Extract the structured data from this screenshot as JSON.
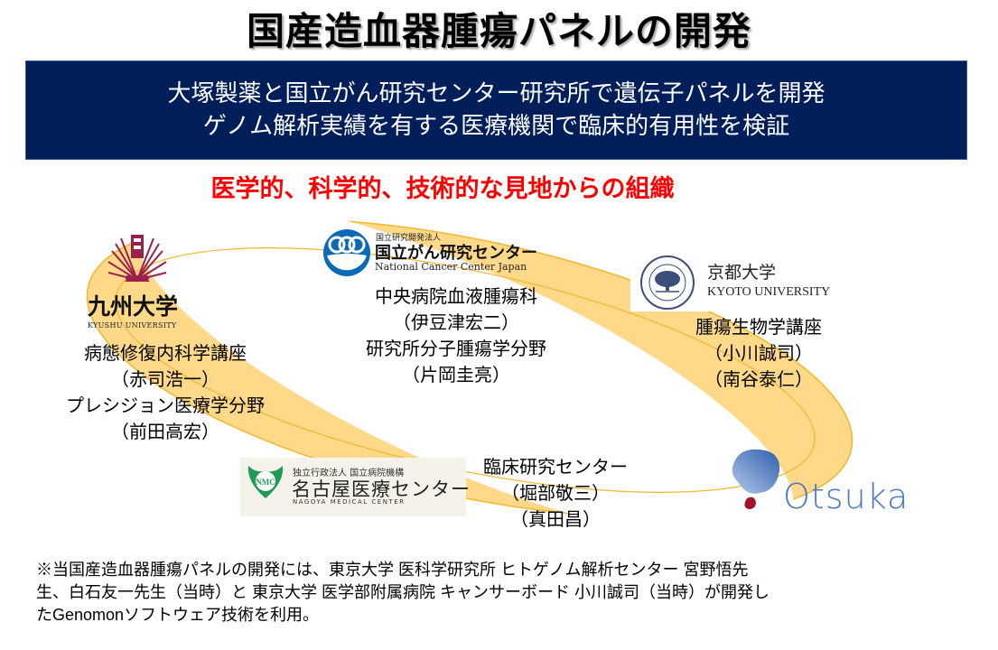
{
  "title": "国産造血器腫瘍パネルの開発",
  "banner": {
    "line1": "大塚製薬と国立がん研究センター研究所で遺伝子パネルを開発",
    "line2": "ゲノム解析実績を有する医療機関で臨床的有用性を検証",
    "background": "#001e5a"
  },
  "subtitle": {
    "text": "医学的、科学的、技術的な見地からの組織",
    "color": "#ff0000"
  },
  "ring": {
    "fill": "#ffd98a",
    "stroke": "#f2b72a"
  },
  "organizations": {
    "kyushu": {
      "logo_name": "九州大学",
      "logo_en": "KYUSHU UNIVERSITY",
      "team_lines": [
        "病態修復内科学講座",
        "（赤司浩一）",
        "プレシジョン医療学分野",
        "（前田高宏）"
      ],
      "emblem_color": "#9c1f4a"
    },
    "ncc": {
      "logo_sub": "国立研究開発法人",
      "logo_name": "国立がん研究センター",
      "logo_en": "National Cancer Center Japan",
      "team_lines": [
        "中央病院血液腫瘍科",
        "（伊豆津宏二）",
        "研究所分子腫瘍学分野",
        "（片岡圭亮）"
      ],
      "emblem_color": "#0a6ab8"
    },
    "kyoto": {
      "logo_name": "京都大学",
      "logo_en": "KYOTO UNIVERSITY",
      "team_lines": [
        "腫瘍生物学講座",
        "（小川誠司）",
        "（南谷泰仁）"
      ],
      "emblem_color": "#3c4f7a"
    },
    "nagoya": {
      "logo_sub": "独立行政法人 国立病院機構",
      "logo_name": "名古屋医療センター",
      "logo_en": "NAGOYA MEDICAL CENTER",
      "emblem_text": "NMC",
      "team_lines": [
        "臨床研究センター",
        "（堀部敬三）",
        "（真田昌）"
      ],
      "emblem_color": "#1f9a55"
    },
    "otsuka": {
      "logo_name": "Otsuka",
      "brand_color": "#4a78c2",
      "dot_color": "#a3142a"
    }
  },
  "footnote": {
    "lines": [
      "※当国産造血器腫瘍パネルの開発には、東京大学 医科学研究所 ヒトゲノム解析センター 宮野悟先",
      "生、白石友一先生（当時）と 東京大学 医学部附属病院 キャンサーボード 小川誠司（当時）が開発し",
      "たGenomonソフトウェア技術を利用。"
    ]
  }
}
